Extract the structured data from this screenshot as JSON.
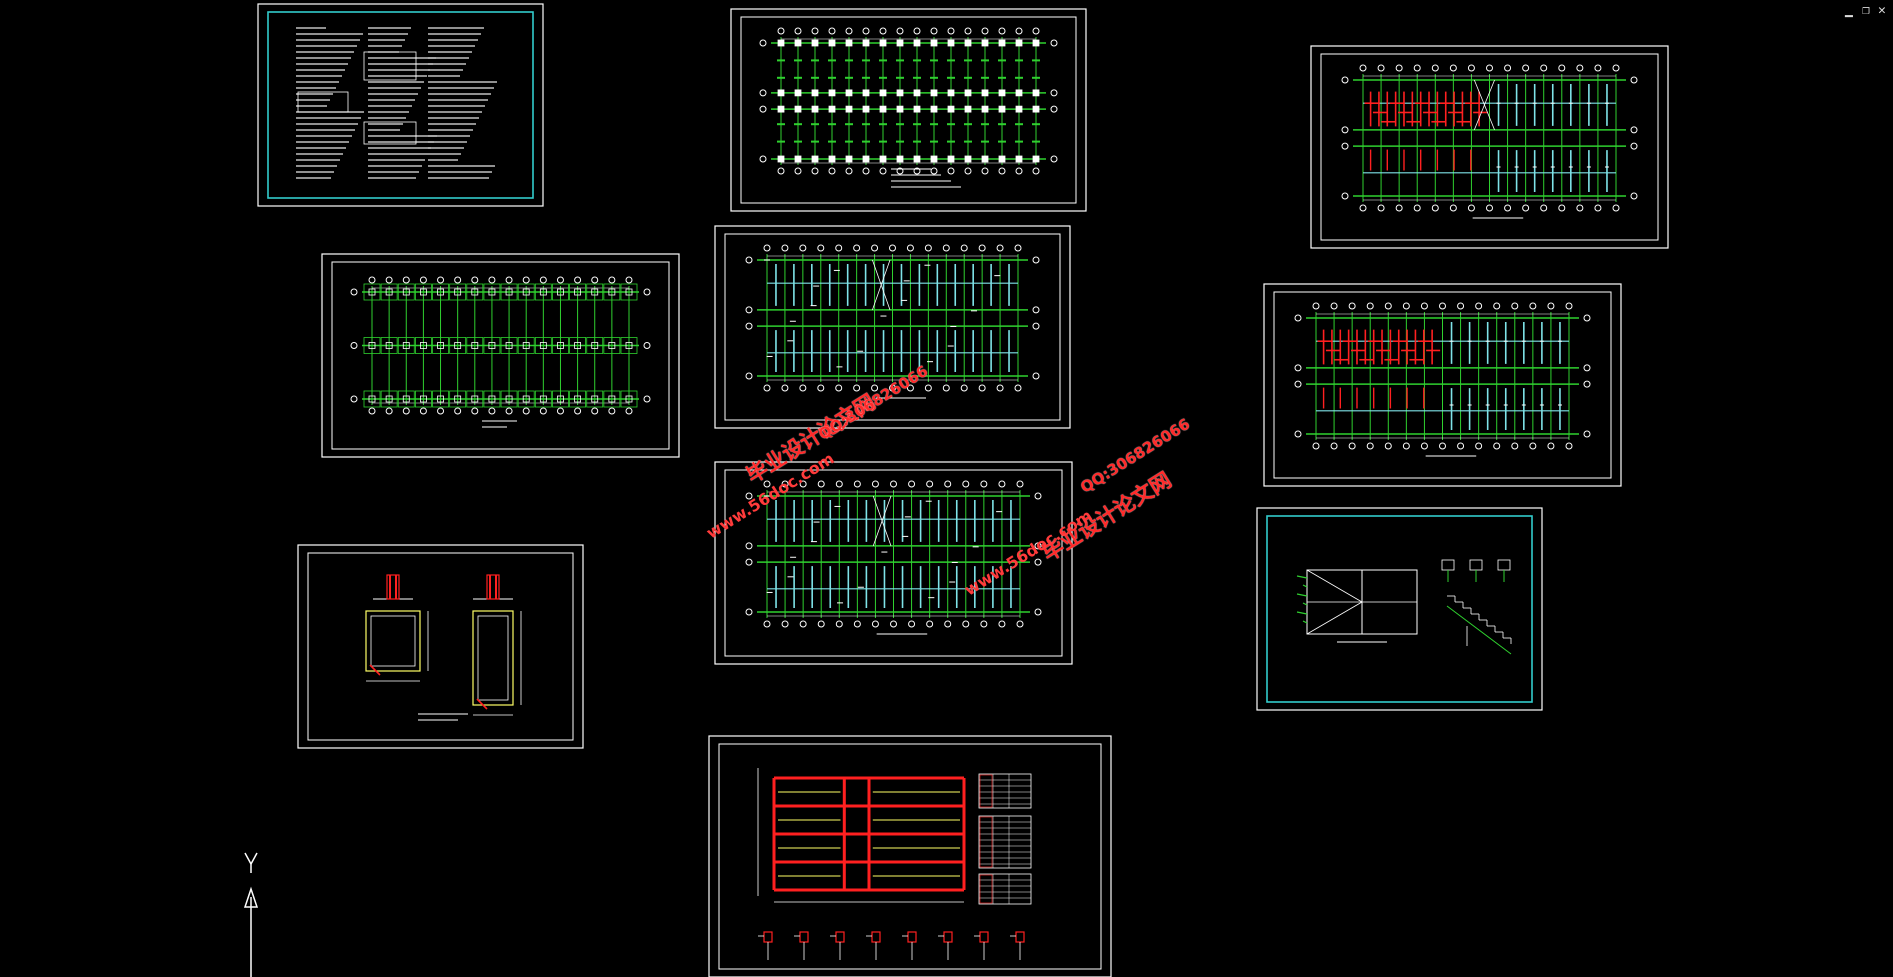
{
  "window": {
    "minimize_label": "▁",
    "restore_label": "❐",
    "close_label": "✕"
  },
  "watermarks": [
    {
      "title": "毕业设计论文网",
      "contact": "QQ:306826066",
      "url": "www.56doc.com"
    },
    {
      "title": "毕业设计论文网",
      "contact": "QQ:306826066",
      "url": "www.56doc.com"
    }
  ],
  "colors": {
    "background": "#000000",
    "frame": "#ffffff",
    "frame_accent": "#33cccc",
    "grid_green": "#2fd12f",
    "slab_cyan": "#7fe3e8",
    "rebar_red": "#ff2020",
    "watermark_red": "#ff2a2a"
  },
  "drawings": [
    {
      "name": "general-notes-sheet"
    },
    {
      "name": "column-layout-plan"
    },
    {
      "name": "foundation-plan"
    },
    {
      "name": "floor-slab-plan-1"
    },
    {
      "name": "floor-slab-plan-2"
    },
    {
      "name": "roof-slab-plan"
    },
    {
      "name": "floor-reinforcement-plan"
    },
    {
      "name": "footing-detail-sheet"
    },
    {
      "name": "stair-detail-sheet"
    },
    {
      "name": "frame-elevation-sheet"
    }
  ],
  "ucs_icon": {
    "axis_label": "Y"
  }
}
